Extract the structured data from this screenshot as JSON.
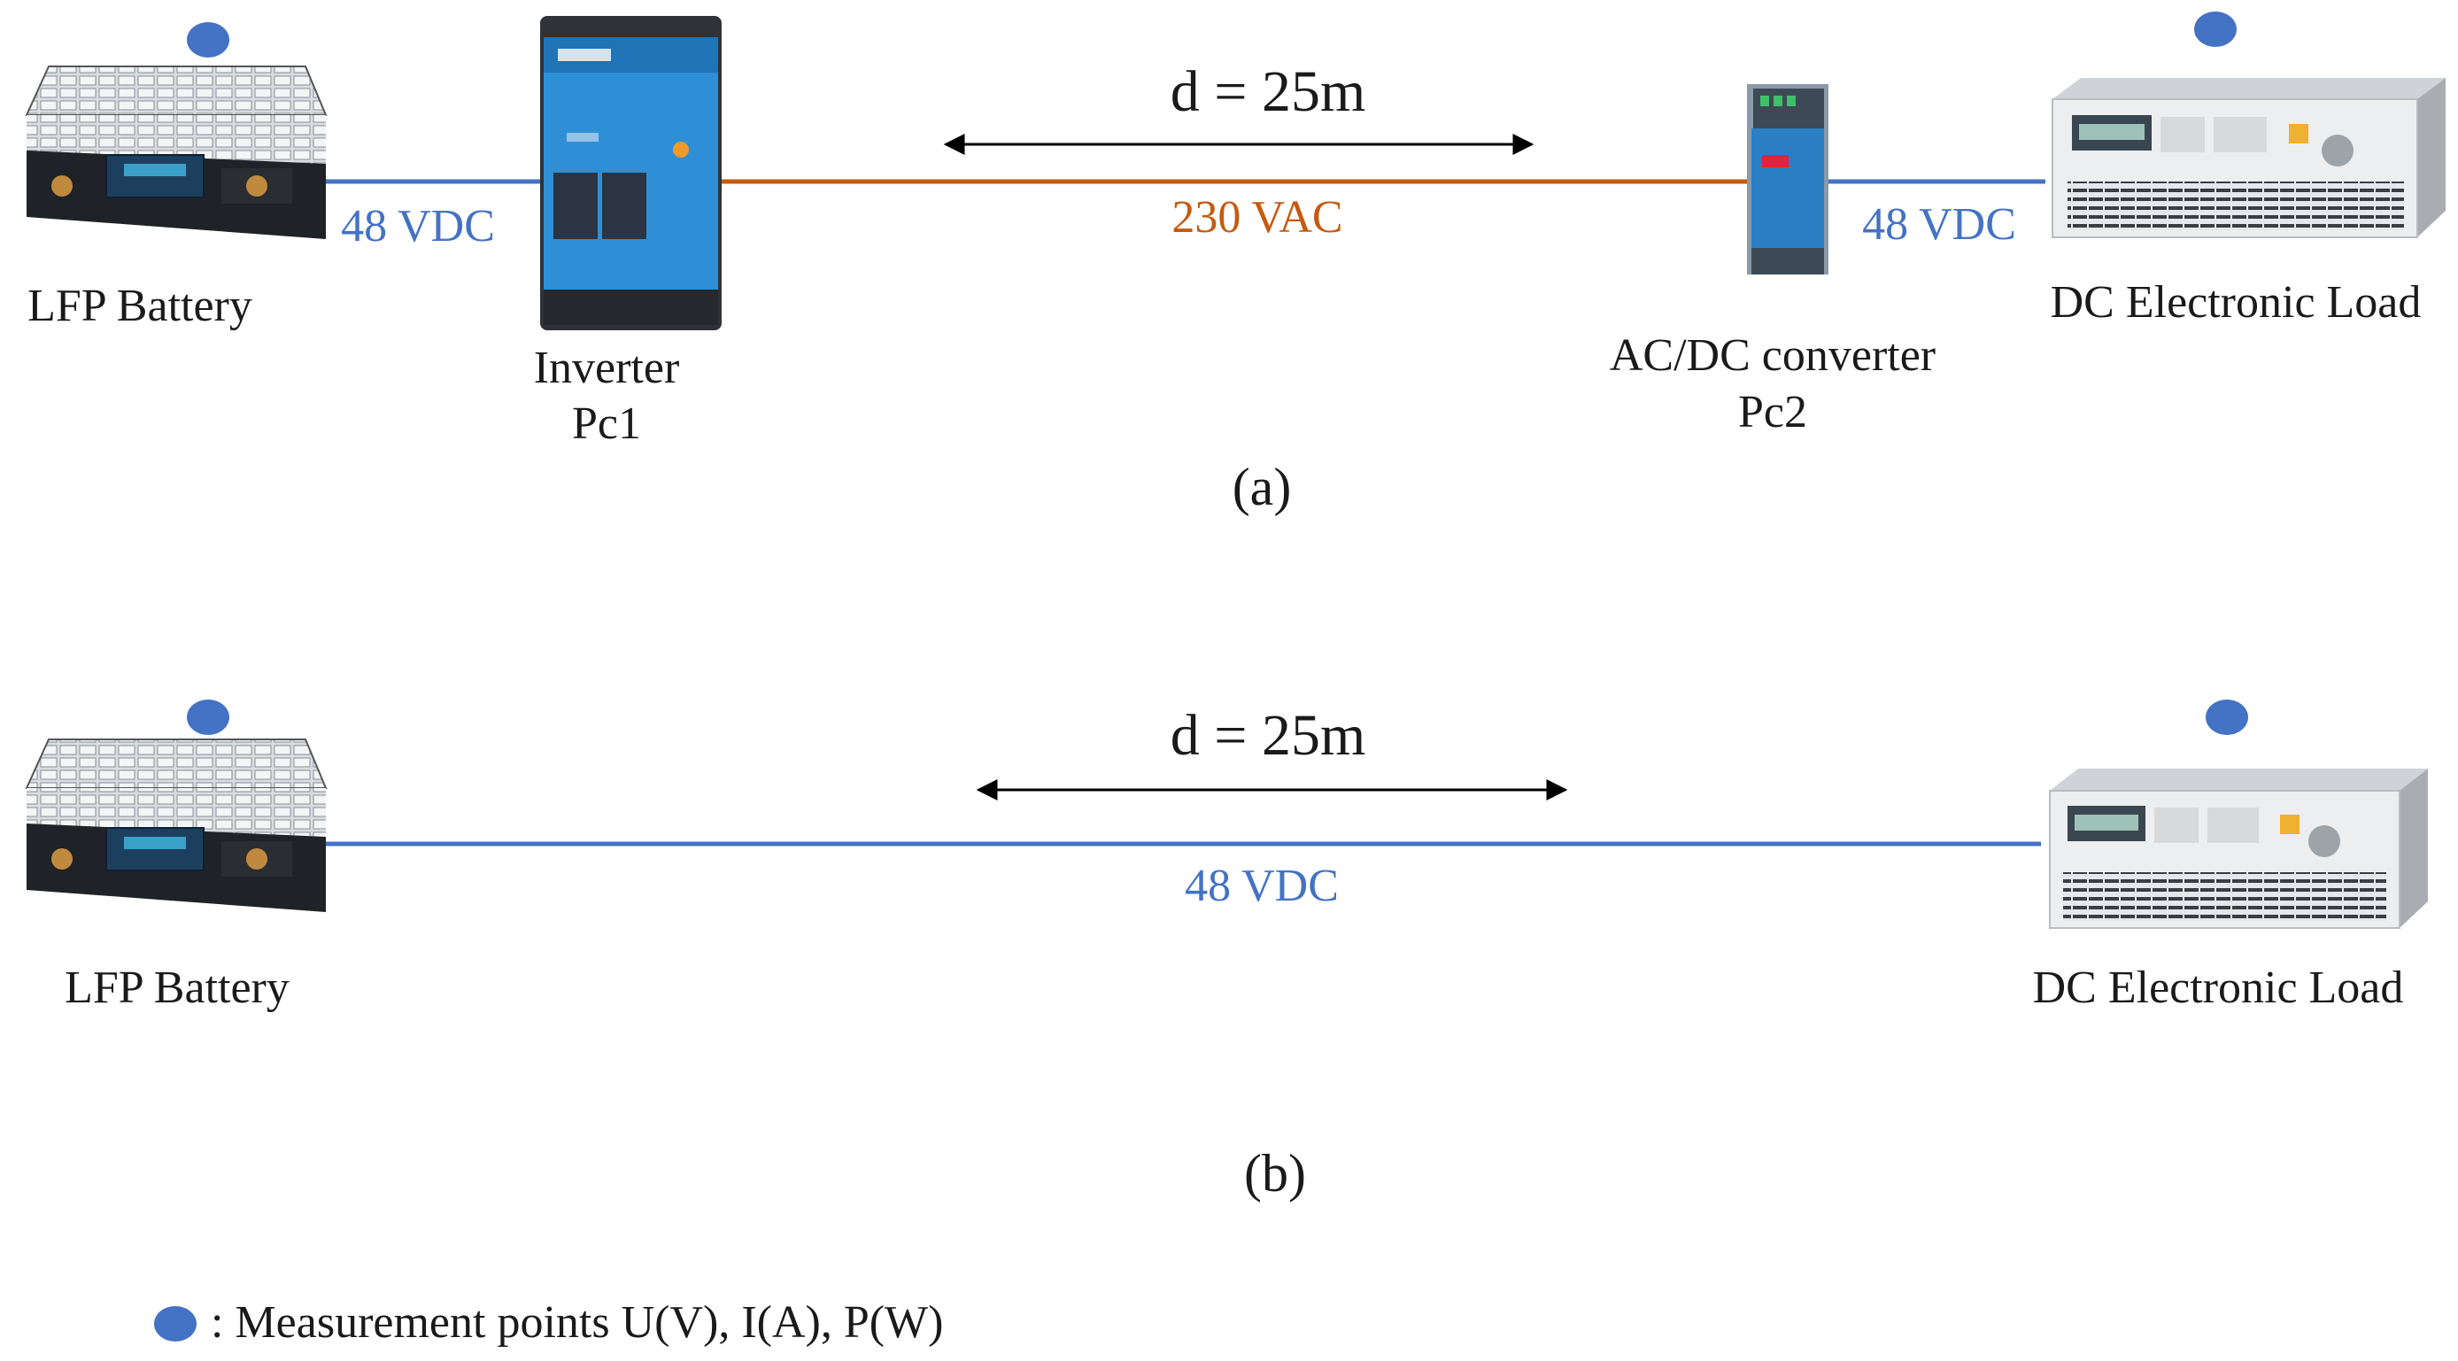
{
  "colors": {
    "dc_line": "#4472C4",
    "ac_line": "#C55A11",
    "marker": "#4472C4",
    "text": "#1a1a1a"
  },
  "panel_a": {
    "distance": "d = 25m",
    "ac_voltage": "230 VAC",
    "dc_voltage_left": "48 VDC",
    "dc_voltage_right": "48 VDC",
    "battery_label": "LFP Battery",
    "inverter_label": "Inverter",
    "inverter_sub": "Pc1",
    "converter_label": "AC/DC converter",
    "converter_sub": "Pc2",
    "load_label": "DC Electronic Load",
    "caption": "(a)"
  },
  "panel_b": {
    "distance": "d = 25m",
    "dc_voltage": "48 VDC",
    "battery_label": "LFP Battery",
    "load_label": "DC Electronic Load",
    "caption": "(b)"
  },
  "legend": {
    "text": ": Measurement points U(V), I(A), P(W)"
  }
}
